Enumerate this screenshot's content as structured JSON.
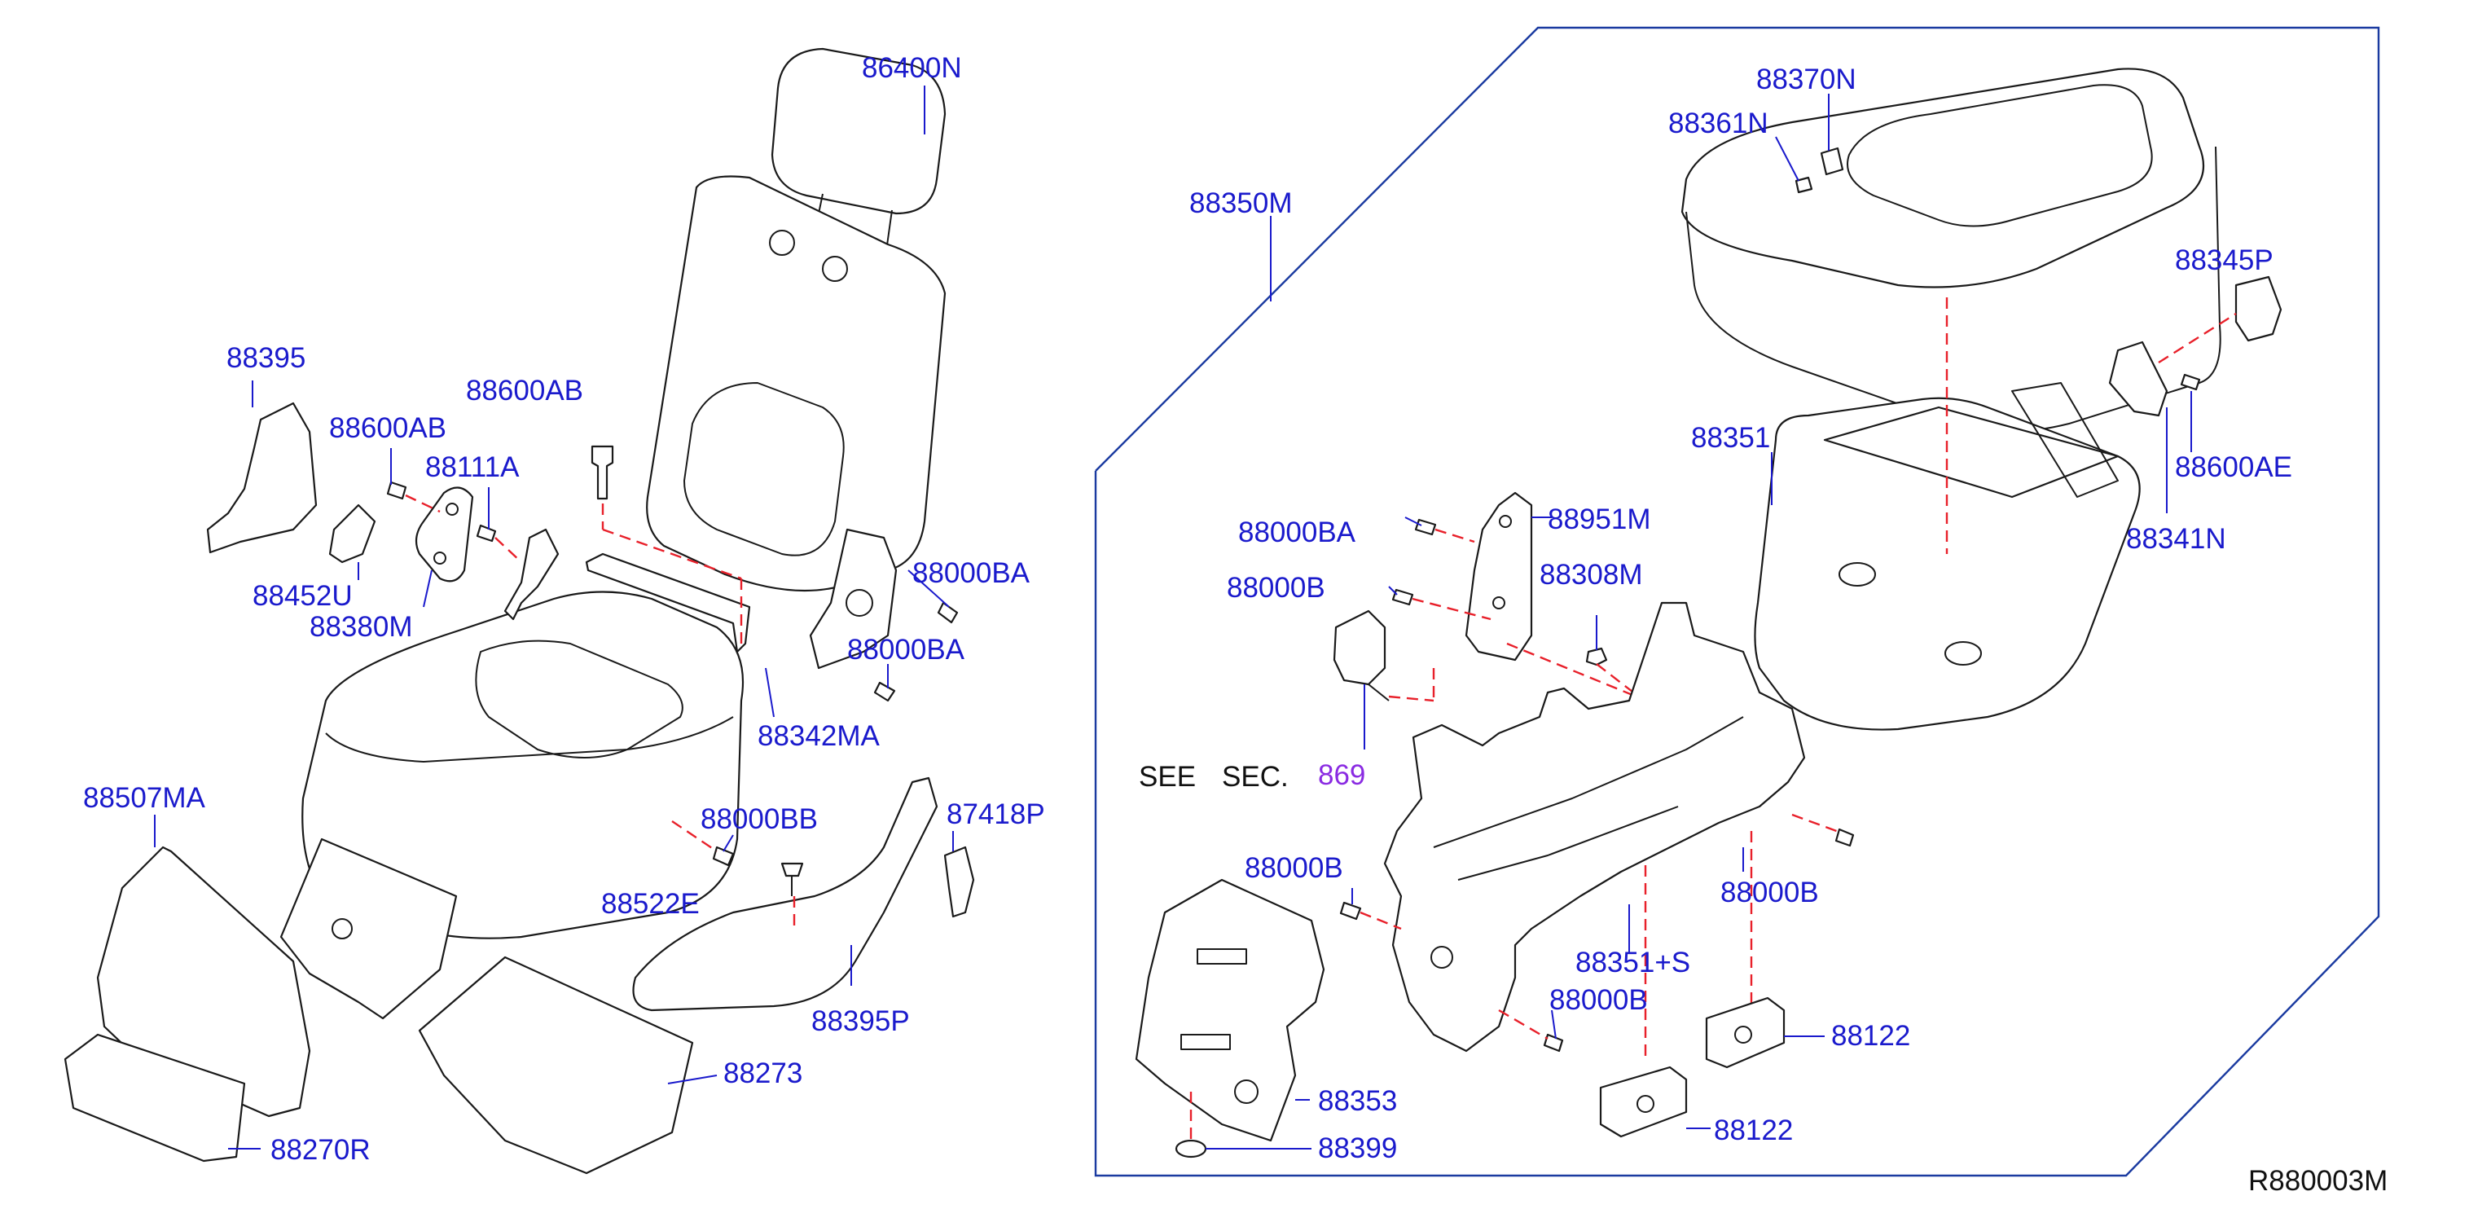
{
  "diagram_id": "R880003M",
  "see_sec": {
    "prefix": "SEE",
    "middle": "SEC.",
    "ref": "869"
  },
  "colors": {
    "label": "#1a1acc",
    "dash": "#e8202a",
    "outline": "#1a1a1a",
    "frame": "#1a3aa0",
    "ref": "#8a2be2"
  },
  "labels": {
    "p86400N": "86400N",
    "p88395": "88395",
    "p88600AB_top": "88600AB",
    "p88600AB": "88600AB",
    "p88111A": "88111A",
    "p88452U": "88452U",
    "p88380M": "88380M",
    "p88000BA_1": "88000BA",
    "p88000BA_2": "88000BA",
    "p88342MA": "88342MA",
    "p88507MA": "88507MA",
    "p88000BB": "88000BB",
    "p87418P": "87418P",
    "p88522E": "88522E",
    "p88395P": "88395P",
    "p88273": "88273",
    "p88270R": "88270R",
    "p88350M": "88350M",
    "p88370N": "88370N",
    "p88361N": "88361N",
    "p88345P": "88345P",
    "p88351": "88351",
    "p88600AE": "88600AE",
    "p88341N": "88341N",
    "p88000BA_3": "88000BA",
    "p88951M": "88951M",
    "p88000B_1": "88000B",
    "p88308M": "88308M",
    "p88000B_2": "88000B",
    "p88000B_3": "88000B",
    "p88351S": "88351+S",
    "p88000B_4": "88000B",
    "p88122_1": "88122",
    "p88122_2": "88122",
    "p88353": "88353",
    "p88399": "88399"
  }
}
